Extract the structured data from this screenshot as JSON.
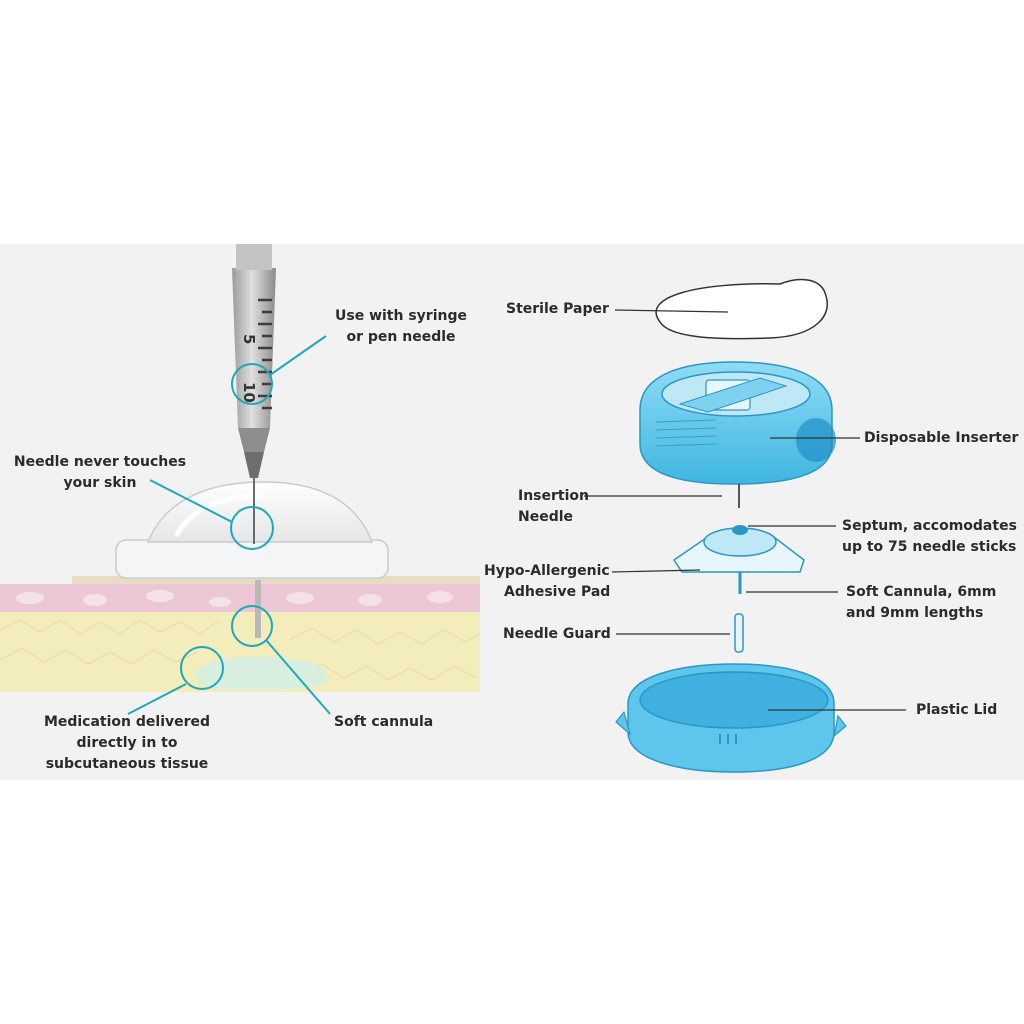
{
  "colors": {
    "panel_background": "#f2f2f2",
    "accent_blue": "#4fc3e8",
    "callout_teal": "#1fa8b8",
    "skin_pink": "#ecc8d6",
    "fat_yellow": "#f2edbb",
    "medication_green": "#d6efe0"
  },
  "left_labels": {
    "syringe": [
      "Use with syringe",
      "or pen needle"
    ],
    "needle": [
      "Needle never touches",
      "your skin"
    ],
    "medication": [
      "Medication delivered",
      "directly in to",
      "subcutaneous tissue"
    ],
    "cannula": "Soft cannula"
  },
  "syringe_markings": [
    "5",
    "10"
  ],
  "right_labels": {
    "sterile_paper": "Sterile Paper",
    "inserter": "Disposable Inserter",
    "insertion_needle": [
      "Insertion",
      "Needle"
    ],
    "septum": [
      "Septum, accomodates",
      "up to 75 needle sticks"
    ],
    "adhesive_pad": [
      "Hypo-Allergenic",
      "Adhesive Pad"
    ],
    "soft_cannula": [
      "Soft Cannula, 6mm",
      "and 9mm lengths"
    ],
    "needle_guard": "Needle Guard",
    "plastic_lid": "Plastic Lid"
  }
}
